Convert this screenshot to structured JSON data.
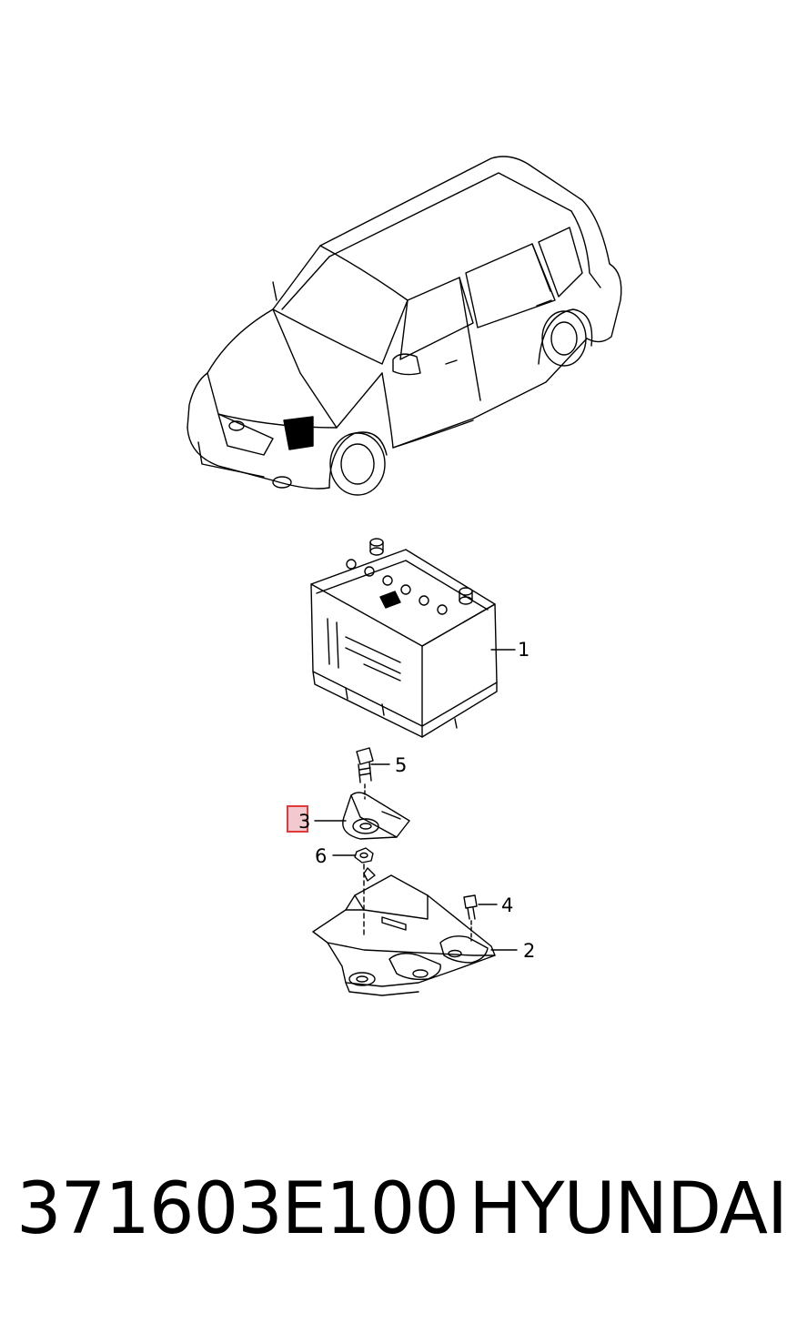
{
  "callouts": {
    "c1": "1",
    "c2": "2",
    "c3": "3",
    "c4": "4",
    "c5": "5",
    "c6": "6"
  },
  "footer": {
    "part_number": "371603E100",
    "brand": "HYUNDAI"
  },
  "colors": {
    "line": "#000000",
    "highlight_stroke": "#e23a3a",
    "highlight_fill": "#f3c9d0"
  }
}
